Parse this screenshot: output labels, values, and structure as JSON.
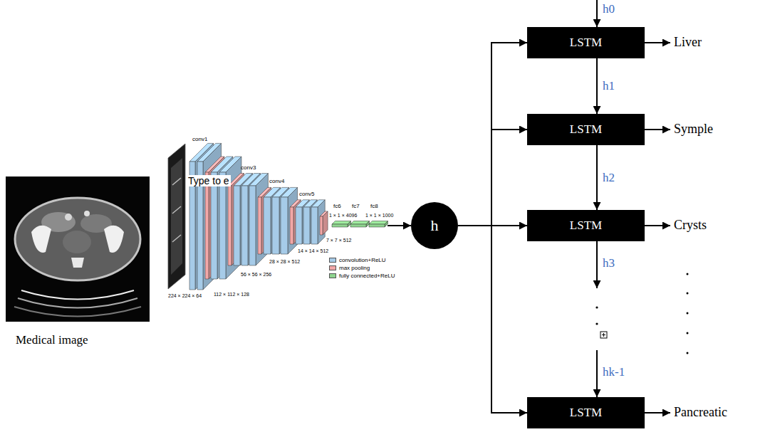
{
  "diagram": {
    "nodes": [
      {
        "text": [
          "h"
        ]
      },
      {
        "text": [
          "LSTM"
        ]
      },
      {
        "text": [
          "LSTM"
        ]
      },
      {
        "text": [
          "LSTM"
        ]
      },
      {
        "text": [
          "LSTM"
        ]
      }
    ],
    "edges": [
      {
        "from": 0,
        "to": 1,
        "arrow": "to"
      },
      {
        "from": 0,
        "to": 2,
        "arrow": "to"
      },
      {
        "from": 0,
        "to": 3,
        "arrow": "to"
      },
      {
        "from": 0,
        "to": 4,
        "arrow": "to"
      },
      {
        "from": 1,
        "to": 2,
        "label": "h1",
        "arrow": "to"
      },
      {
        "from": 2,
        "to": 3,
        "label": "h2",
        "arrow": "to"
      }
    ],
    "labels": [
      "conv1",
      "Type to e",
      "conv3",
      "conv4",
      "conv5",
      "fc6",
      "fc7",
      "fc8",
      "224 × 224 × 64",
      "112 × 112 × 128",
      "56 × 56 × 256",
      "28 × 28 × 512",
      "14 × 14 × 512",
      "7 × 7 × 512",
      "1 × 1 × 4096",
      "1 × 1 × 1000",
      "Medical image",
      "h0",
      "Liver",
      "Symple",
      "Crysts",
      "h3",
      "hk-1",
      "Pancreatic"
    ],
    "legend": [
      {
        "text": "convolution+ReLU",
        "color": "#a6cbe8"
      },
      {
        "text": "max pooling",
        "color": "#f2a7a7"
      },
      {
        "text": "fully connected+ReLU",
        "color": "#8fd48f"
      }
    ]
  }
}
